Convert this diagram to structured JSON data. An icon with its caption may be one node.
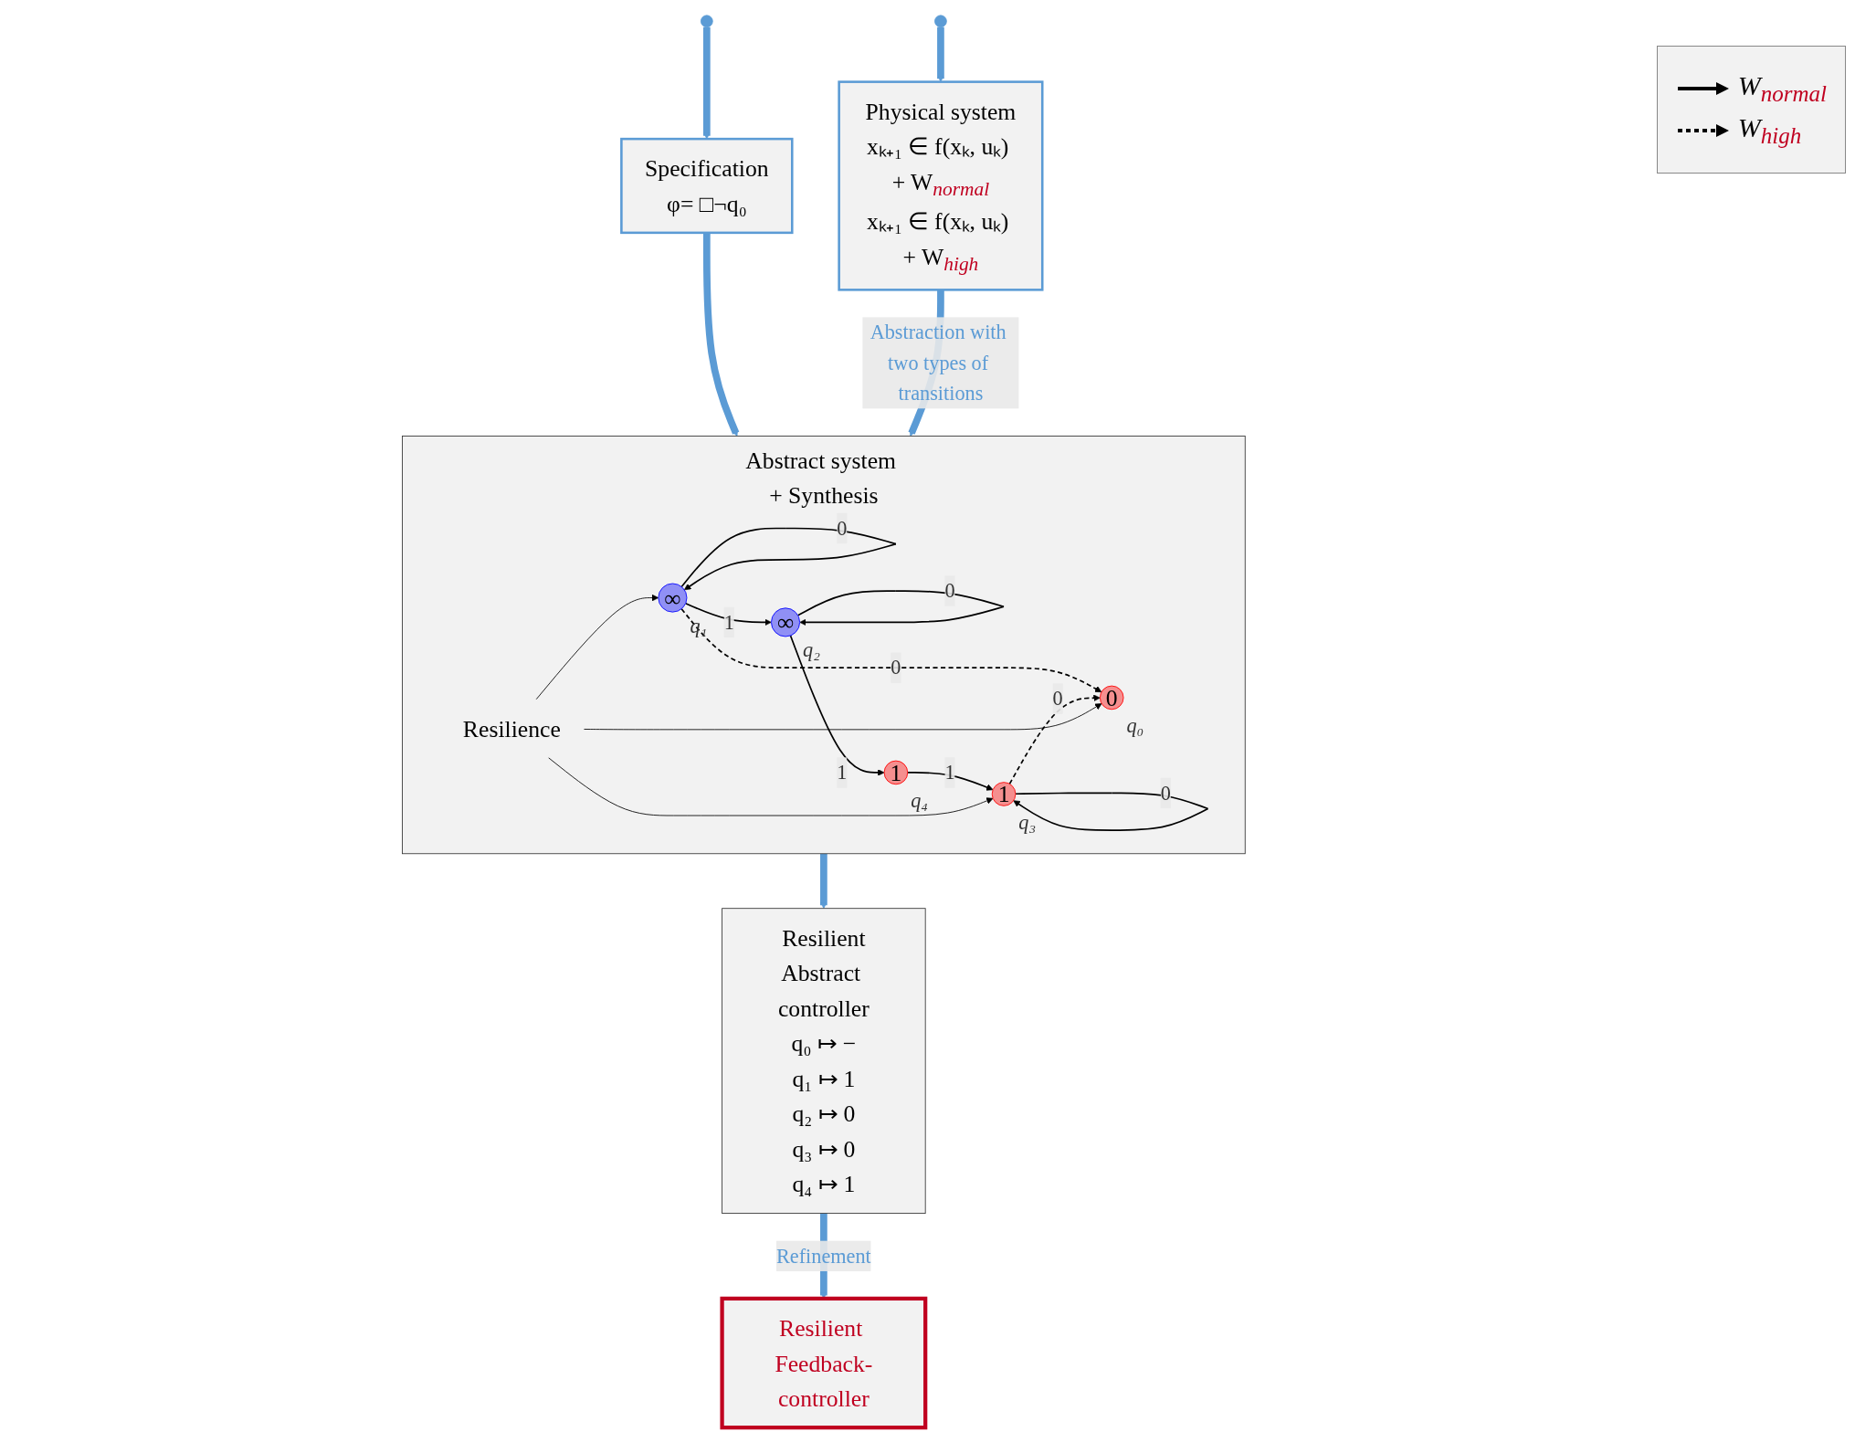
{
  "diagram": {
    "nodes": [
      {
        "text": [
          "Specification",
          "φ= □¬q₀"
        ]
      },
      {
        "text": [
          "Abstract system + Synthesis"
        ]
      },
      {
        "text": [
          "0"
        ],
        "in": 1,
        "beside": [
          "q₀"
        ]
      },
      {
        "text": [
          "∞"
        ],
        "in": 1,
        "beside": [
          "q₁"
        ]
      },
      {
        "text": [
          "∞"
        ],
        "in": 1,
        "beside": [
          "q₂"
        ]
      },
      {
        "text": [
          "1"
        ],
        "in": 1,
        "beside": [
          "q₃"
        ]
      },
      {
        "text": [
          "1"
        ],
        "in": 1,
        "beside": [
          "q₄"
        ]
      },
      {
        "text": [
          "Resilience"
        ],
        "in": 1
      },
      {
        "text": [
          "Resilient",
          "Abstract controller",
          "q₀ ↦ −",
          "q₁ ↦ 1",
          "q₂ ↦ 0",
          "q₃ ↦ 0",
          "q₄ ↦ 1"
        ]
      },
      {
        "text": [
          "Physical system",
          "xₖ₊₁ ∈ f(xₖ, uₖ) + W$_{normal}$",
          "xₖ₊₁ ∈ f(xₖ, uₖ) + W$_{high}$"
        ]
      },
      {
        "text": [
          "Resilient Feedback-controller"
        ]
      }
    ],
    "edges": [
      {
        "from": null,
        "to": 0,
        "arrow": "to",
        "style": "thick",
        "color": "#5b9bd5"
      },
      {
        "from": 0,
        "to": 1,
        "arrow": "to",
        "style": "thick",
        "color": "#5b9bd5"
      },
      {
        "from": 3,
        "to": 2,
        "arrow": "to",
        "label": "0",
        "style": "dashed"
      },
      {
        "from": 3,
        "to": 3,
        "arrow": "to",
        "label": "0"
      },
      {
        "from": 3,
        "to": 4,
        "arrow": "to",
        "label": "1"
      },
      {
        "from": 4,
        "to": 4,
        "arrow": "to",
        "label": "0"
      },
      {
        "from": 4,
        "to": 6,
        "arrow": "to",
        "label": "1"
      },
      {
        "from": 6,
        "to": 5,
        "arrow": "to",
        "label": "1"
      },
      {
        "from": 5,
        "to": 5,
        "arrow": "to",
        "label": "0"
      },
      {
        "from": 5,
        "to": 2,
        "arrow": "to",
        "label": "0",
        "style": "dashed"
      },
      {
        "from": 7,
        "to": 2,
        "arrow": "to"
      },
      {
        "from": 7,
        "to": 3,
        "arrow": "to"
      },
      {
        "from": 7,
        "to": 5,
        "arrow": "to"
      },
      {
        "from": 1,
        "to": 8,
        "arrow": "to",
        "style": "thick",
        "color": "#5b9bd5"
      },
      {
        "from": 8,
        "to": 10,
        "arrow": "to",
        "label": "Refinement",
        "style": "thick",
        "color": "#5b9bd5"
      },
      {
        "from": 9,
        "to": 1,
        "arrow": "to",
        "label": "Abstraction with two types of transitions",
        "style": "thick",
        "color": "#5b9bd5"
      },
      {
        "from": null,
        "to": 9,
        "arrow": "to",
        "style": "thick",
        "color": "#5b9bd5"
      }
    ],
    "legend": [
      {
        "text": "W$_{normal}$"
      },
      {
        "text": "W$_{high}$"
      }
    ]
  }
}
